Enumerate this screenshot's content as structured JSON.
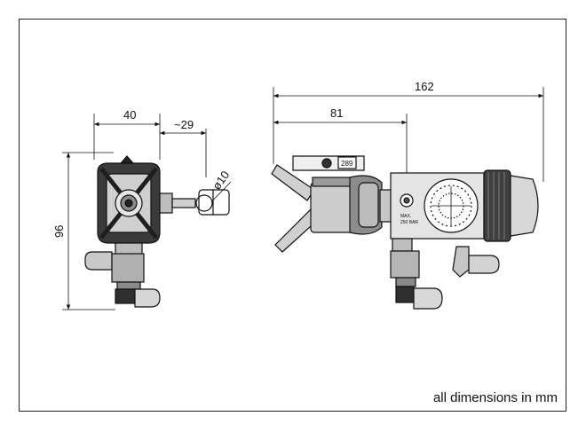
{
  "dimensions": {
    "width_side": "40",
    "offset": "~29",
    "diameter": "ø10",
    "height": "96",
    "total_length": "162",
    "front_length": "81"
  },
  "labels": {
    "nozzle_size": "289",
    "pressure_line1": "MAX.",
    "pressure_line2": "250 BAR"
  },
  "footnote": "all dimensions in mm"
}
